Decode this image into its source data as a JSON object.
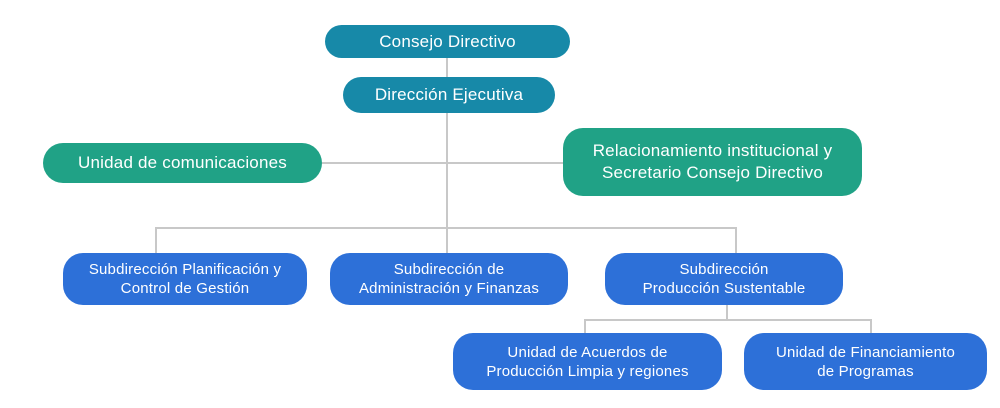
{
  "palette": {
    "teal": "#1789A8",
    "green": "#20A286",
    "blue": "#2D70D8",
    "connector": "#C8C8C8",
    "text": "#FFFFFF",
    "background": "#FFFFFF"
  },
  "org_chart": {
    "nodes": {
      "consejo_directivo": {
        "label": "Consejo Directivo",
        "lines": [
          "Consejo Directivo"
        ],
        "color_role": "teal"
      },
      "direccion_ejecutiva": {
        "label": "Dirección Ejecutiva",
        "lines": [
          "Dirección Ejecutiva"
        ],
        "color_role": "teal"
      },
      "unidad_comunicaciones": {
        "label": "Unidad de comunicaciones",
        "lines": [
          "Unidad de comunicaciones"
        ],
        "color_role": "green"
      },
      "relacionamiento_institucional": {
        "label": "Relacionamiento institucional y Secretario Consejo Directivo",
        "lines": [
          "Relacionamiento institucional y",
          "Secretario Consejo Directivo"
        ],
        "color_role": "green"
      },
      "subdireccion_planificacion": {
        "label": "Subdirección Planificación y Control de Gestión",
        "lines": [
          "Subdirección Planificación y",
          "Control de Gestión"
        ],
        "color_role": "blue"
      },
      "subdireccion_administracion": {
        "label": "Subdirección de Administración y Finanzas",
        "lines": [
          "Subdirección de",
          "Administración y Finanzas"
        ],
        "color_role": "blue"
      },
      "subdireccion_produccion": {
        "label": "Subdirección Producción Sustentable",
        "lines": [
          "Subdirección",
          "Producción Sustentable"
        ],
        "color_role": "blue"
      },
      "unidad_acuerdos": {
        "label": "Unidad de Acuerdos de Producción Limpia y regiones",
        "lines": [
          "Unidad de Acuerdos de",
          "Producción Limpia y regiones"
        ],
        "color_role": "blue"
      },
      "unidad_financiamiento": {
        "label": "Unidad de Financiamiento de Programas",
        "lines": [
          "Unidad de Financiamiento",
          "de Programas"
        ],
        "color_role": "blue"
      }
    },
    "edges": [
      {
        "from": "consejo_directivo",
        "to": "direccion_ejecutiva"
      },
      {
        "from": "direccion_ejecutiva",
        "to": "unidad_comunicaciones"
      },
      {
        "from": "direccion_ejecutiva",
        "to": "relacionamiento_institucional"
      },
      {
        "from": "direccion_ejecutiva",
        "to": "subdireccion_planificacion"
      },
      {
        "from": "direccion_ejecutiva",
        "to": "subdireccion_administracion"
      },
      {
        "from": "direccion_ejecutiva",
        "to": "subdireccion_produccion"
      },
      {
        "from": "subdireccion_produccion",
        "to": "unidad_acuerdos"
      },
      {
        "from": "subdireccion_produccion",
        "to": "unidad_financiamiento"
      }
    ]
  }
}
